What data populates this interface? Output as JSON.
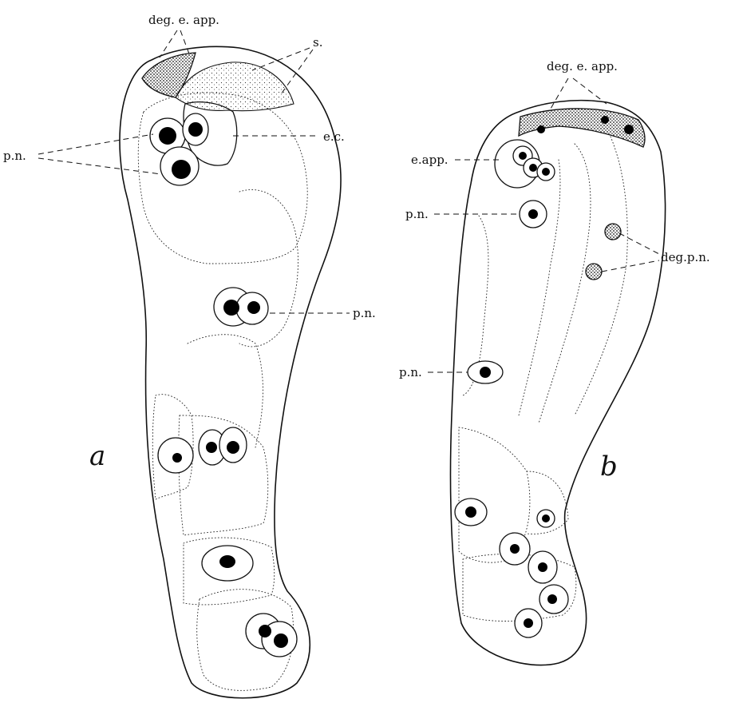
{
  "figure": {
    "labels": {
      "a_deg_e_app": "deg. e. app.",
      "a_s": "s.",
      "a_ec": "e.c.",
      "a_pn_top": "p.n.",
      "a_pn_mid": "p.n.",
      "fig_a": "a",
      "b_deg_e_app": "deg. e. app.",
      "b_e_app": "e.app.",
      "b_pn_top": "p.n.",
      "b_deg_pn": "deg.p.n.",
      "b_pn_mid": "p.n.",
      "fig_b": "b"
    }
  }
}
